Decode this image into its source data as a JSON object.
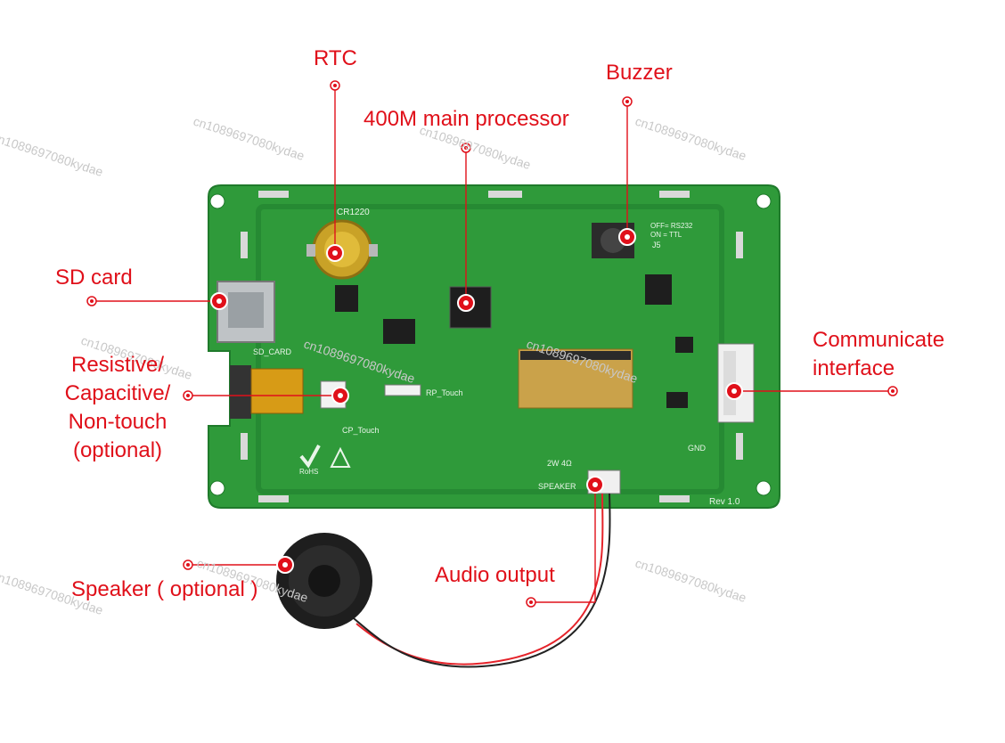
{
  "callouts": {
    "rtc": "RTC",
    "main_processor": "400M main processor",
    "buzzer": "Buzzer",
    "sd_card": "SD card",
    "communicate_interface": [
      "Communicate",
      "interface"
    ],
    "touch_option": [
      "Resistive/",
      "Capacitive/",
      "Non-touch",
      "(optional)"
    ],
    "speaker": "Speaker ( optional )",
    "audio_output": "Audio output"
  },
  "board_silkscreen": {
    "battery": "CR1220",
    "sd_slot": "SD_CARD",
    "resistive_touch": "RP_Touch",
    "capacitive_touch": "CP_Touch",
    "speaker_port": "SPEAKER",
    "speaker_spec": "2W 4Ω",
    "revision": "Rev 1.0",
    "ground": "GND",
    "rohs": "RoHS",
    "jumper_note": [
      "OFF= RS232",
      "ON = TTL"
    ],
    "jumper_ref": "J5"
  },
  "watermark": "cn1089697080kydae",
  "colors": {
    "callout_red": "#e0101a",
    "pcb_green": "#2f9a3a",
    "pcb_dark": "#1f7a2b",
    "silkscreen": "#e9f5e9"
  }
}
